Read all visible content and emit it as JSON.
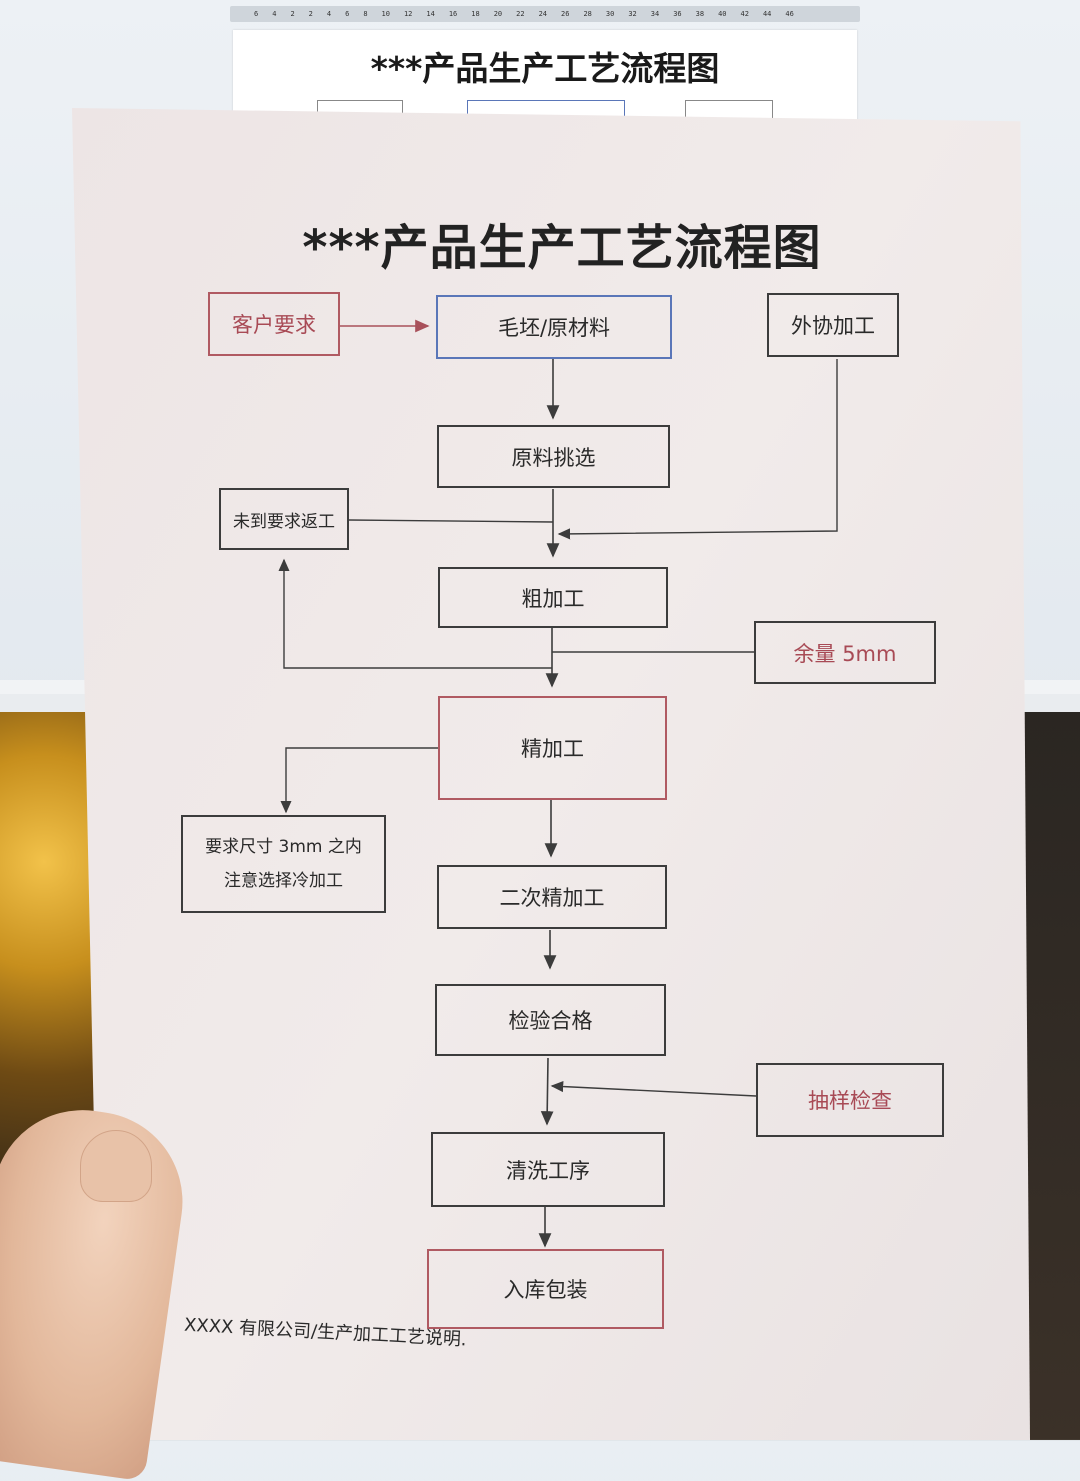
{
  "screen": {
    "ruler_ticks": [
      "6",
      "4",
      "2",
      "2",
      "4",
      "6",
      "8",
      "10",
      "12",
      "14",
      "16",
      "18",
      "20",
      "22",
      "24",
      "26",
      "28",
      "30",
      "32",
      "34",
      "36",
      "38",
      "40",
      "42",
      "44",
      "46"
    ],
    "document_title": "***产品生产工艺流程图"
  },
  "paper": {
    "title": "***产品生产工艺流程图",
    "footer": "XXXX 有限公司/生产加工工艺说明.",
    "nodes": {
      "customer_requirement": "客户要求",
      "blank_raw_material": "毛坯/原材料",
      "outsourced_processing": "外协加工",
      "raw_material_selection": "原料挑选",
      "rework_if_not_met": "未到要求返工",
      "rough_machining": "粗加工",
      "allowance": "余量 5mm",
      "finish_machining": "精加工",
      "size_requirement_line1": "要求尺寸 3mm 之内",
      "size_requirement_line2": "注意选择冷加工",
      "secondary_finish_machining": "二次精加工",
      "inspection_passed": "检验合格",
      "sampling_inspection": "抽样检查",
      "cleaning_process": "清洗工序",
      "warehousing_packaging": "入库包装"
    }
  },
  "colors": {
    "line": "#3c3c3c",
    "accent_red": "#b05a62",
    "accent_blue": "#5a76b8",
    "arrow_red": "#a8505a"
  }
}
